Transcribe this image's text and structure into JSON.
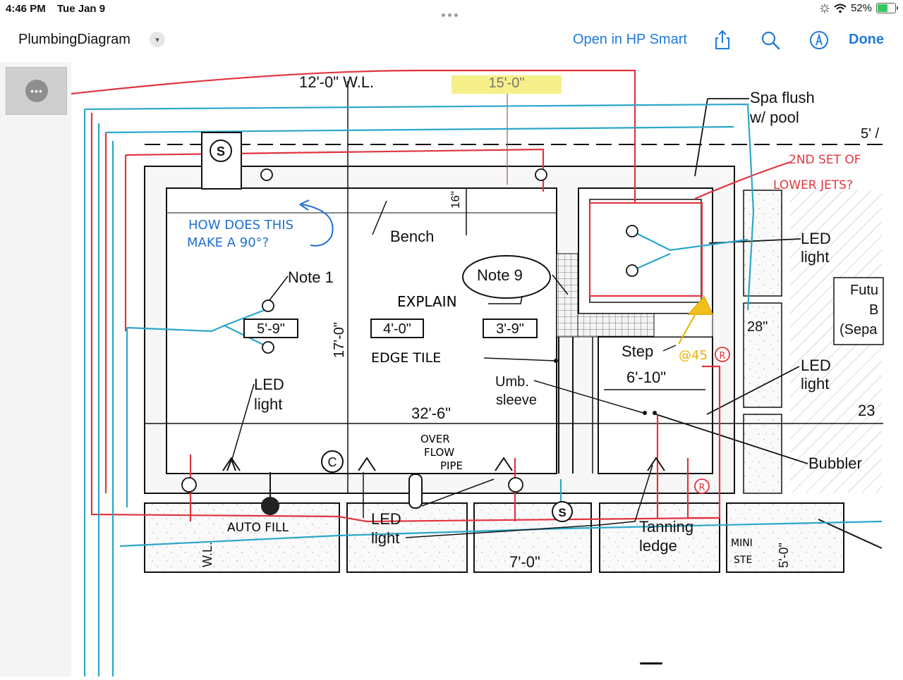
{
  "status": {
    "time": "4:46 PM",
    "date": "Tue Jan 9",
    "battery": "52%"
  },
  "nav": {
    "title": "PlumbingDiagram",
    "open_hp": "Open in HP Smart",
    "done": "Done"
  },
  "icons": {
    "share": "share-icon",
    "search": "search-icon",
    "markup": "markup-pen-icon",
    "more": "more-dots-icon",
    "dropdown": "chevron-down-icon"
  },
  "colors": {
    "accent": "#1f7ad8",
    "red_line": "#e0353f",
    "blue_line": "#2ba7c9",
    "highlight": "#f6f08a"
  },
  "drawing": {
    "top_dim": "12'-0\" W.L.",
    "top_dim_highlight": "15'-0\"",
    "spa_label_1": "Spa flush",
    "spa_label_2": "w/ pool",
    "top_right_dim": "5' /",
    "jets_note_1": "2ND SET OF",
    "jets_note_2": "LOWER JETS?",
    "dim_16": "16\"",
    "bench": "Bench",
    "question_1": "HOW DOES THIS",
    "question_2": "MAKE A 90°?",
    "led_light_word": "LED",
    "light_word": "light",
    "note_1": "Note 1",
    "note_9": "Note 9",
    "explain": "EXPLAIN",
    "dim_5_9": "5'-9\"",
    "dim_4_0": "4'-0\"",
    "dim_3_9": "3'-9\"",
    "dim_17": "17'-0\"",
    "edge_tile": "EDGE TILE",
    "step": "Step",
    "at_45": "@45",
    "dim_6_10": "6'-10\"",
    "umb_1": "Umb.",
    "umb_2": "sleeve",
    "dim_32_6": "32'-6\"",
    "dim_28": "28\"",
    "future_1": "Futu",
    "future_2": "B",
    "future_3": "(Sepa",
    "dim_23": "23",
    "overflow_1": "OVER",
    "overflow_2": "FLOW",
    "overflow_3": "PIPE",
    "bubbler": "Bubbler",
    "circle_c": "C",
    "circle_r": "R",
    "skimmer_s": "S",
    "auto_fill": "AUTO FILL",
    "wl": "W.L.",
    "dim_7_0": "7'-0\"",
    "tanning_1": "Tanning",
    "tanning_2": "ledge",
    "mini_1": "MINI",
    "mini_2": "STE",
    "dim_5_0": "5'-0\""
  }
}
